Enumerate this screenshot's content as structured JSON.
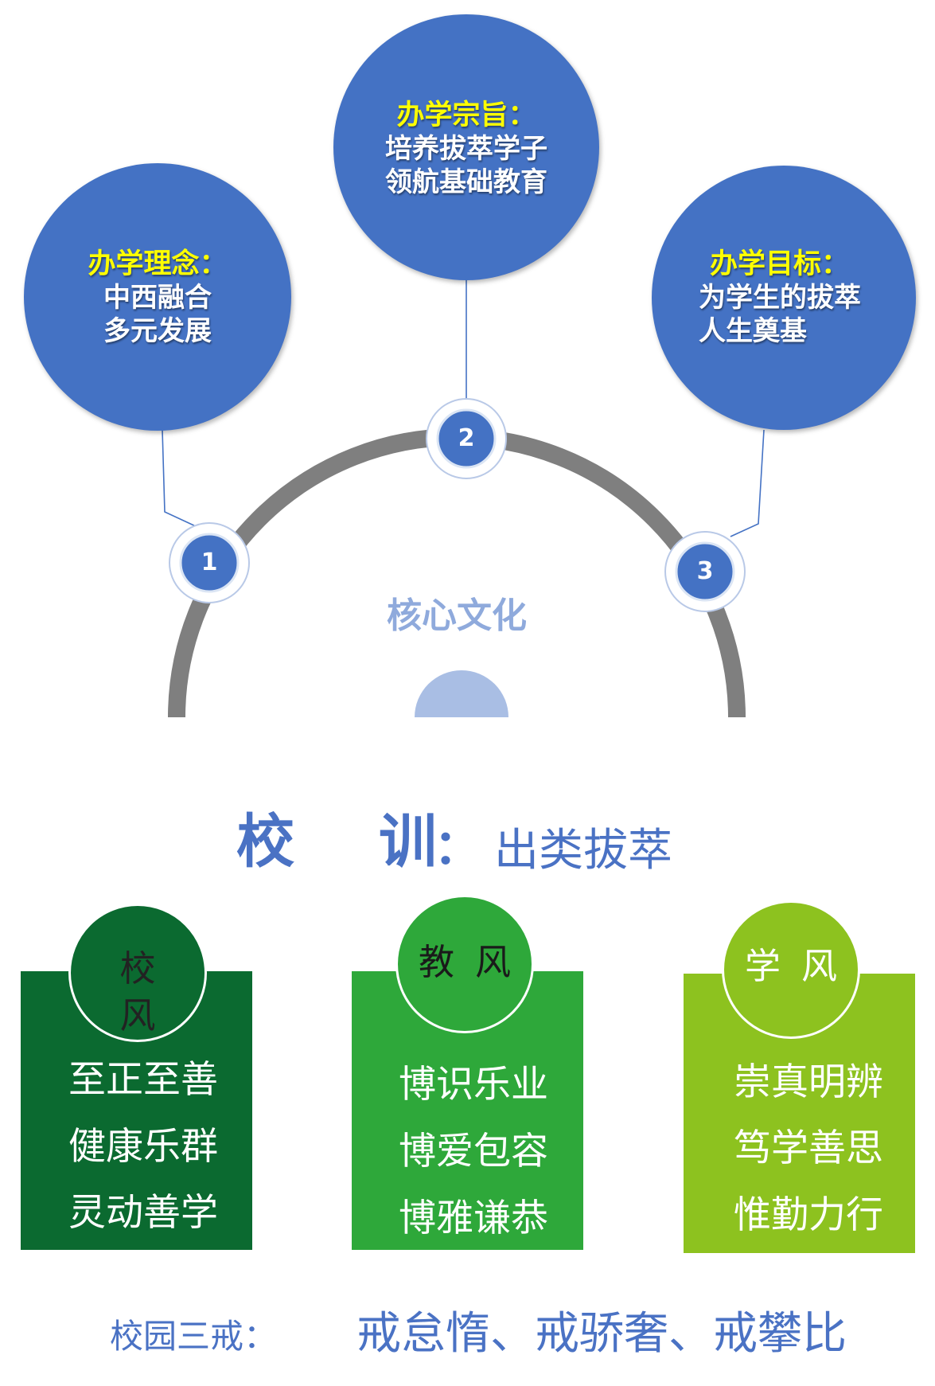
{
  "core_culture": {
    "center_label": "核心文化",
    "nodes": [
      {
        "number": "1",
        "title": "办学理念：",
        "lines": [
          "中西融合",
          "多元发展"
        ]
      },
      {
        "number": "2",
        "title": "办学宗旨：",
        "lines": [
          "培养拔萃学子",
          "领航基础教育"
        ]
      },
      {
        "number": "3",
        "title": "办学目标：",
        "lines": [
          "为学生的拔萃",
          "人生奠基"
        ]
      }
    ]
  },
  "motto": {
    "label_chars": [
      "校",
      "训"
    ],
    "colon": "：",
    "value": "出类拔萃"
  },
  "styles": [
    {
      "name_chars": [
        "校",
        "风"
      ],
      "items": [
        "至正至善",
        "健康乐群",
        "灵动善学"
      ],
      "color": "#0b6a30",
      "name_color": "#222222"
    },
    {
      "name_chars": [
        "教",
        "风"
      ],
      "items": [
        "博识乐业",
        "博爱包容",
        "博雅谦恭"
      ],
      "color": "#2ea83a",
      "name_color": "#1a1a1a"
    },
    {
      "name_chars": [
        "学",
        "风"
      ],
      "items": [
        "崇真明辨",
        "笃学善思",
        "惟勤力行"
      ],
      "color": "#8dc21f",
      "name_color": "#ffffff"
    }
  ],
  "precepts": {
    "label": "校园三戒：",
    "value": "戒怠惰、戒骄奢、戒攀比"
  },
  "colors": {
    "circle_fill": "#4472c4",
    "circle_title": "#ffff00",
    "arc": "#7f7f7f",
    "core_label": "#8faadc",
    "inner_semicircle": "#a9bee4",
    "text_blue": "#4a72c4",
    "connector": "#4472c4"
  }
}
